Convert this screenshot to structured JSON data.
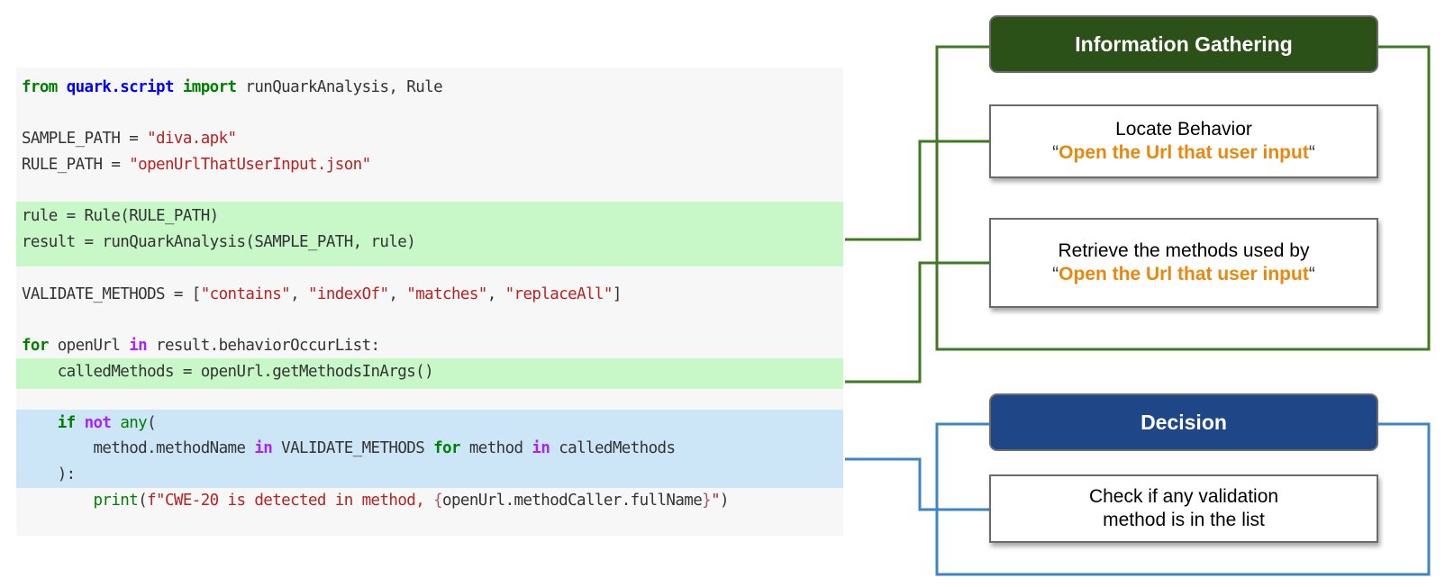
{
  "code": {
    "line_import": {
      "kw_from": "from",
      "module": "quark.script",
      "kw_import": "import",
      "rest": " runQuarkAnalysis, Rule"
    },
    "line_sample": {
      "lhs": "SAMPLE_PATH = ",
      "value": "\"diva.apk\""
    },
    "line_rule_path": {
      "lhs": "RULE_PATH = ",
      "value": "\"openUrlThatUserInput.json\""
    },
    "line_rule": "rule = Rule(RULE_PATH)",
    "line_result": "result = runQuarkAnalysis(SAMPLE_PATH, rule)",
    "line_validate": {
      "lhs": "VALIDATE_METHODS = [",
      "items": [
        "\"contains\"",
        "\"indexOf\"",
        "\"matches\"",
        "\"replaceAll\""
      ],
      "sep": ", ",
      "close": "]"
    },
    "line_for": {
      "kw_for": "for",
      "var": " openUrl ",
      "kw_in": "in",
      "rest": " result.behaviorOccurList:"
    },
    "line_called": "    calledMethods = openUrl.getMethodsInArgs()",
    "line_if": {
      "indent": "    ",
      "kw_if": "if",
      "kw_not": "not",
      "fn_any": "any",
      "open": "("
    },
    "line_gen": {
      "indent": "        ",
      "a": "method.methodName ",
      "kw_in1": "in",
      "b": " VALIDATE_METHODS ",
      "kw_for": "for",
      "c": " method ",
      "kw_in2": "in",
      "d": " calledMethods"
    },
    "line_close": "    ):",
    "line_print": {
      "indent": "        ",
      "fn": "print",
      "open": "(",
      "fstr": "f\"CWE-20 is detected in method, ",
      "brace_open": "{",
      "expr": "openUrl.methodCaller.fullName",
      "brace_close": "}",
      "end_str": "\"",
      "close": ")"
    }
  },
  "diagram": {
    "info_gathering": {
      "title": "Information Gathering",
      "color": "#2b5118",
      "line_color": "#3e7a22",
      "steps": [
        {
          "line1": "Locate Behavior",
          "open_quote": "“",
          "quote": "Open the Url that user input",
          "close_quote": "“"
        },
        {
          "line1": "Retrieve the methods used by",
          "open_quote": "“",
          "quote": "Open the Url that user input",
          "close_quote": "“"
        }
      ]
    },
    "decision": {
      "title": "Decision",
      "color": "#1f4788",
      "line_color": "#3d86c6",
      "steps": [
        {
          "line1": "Check if any validation",
          "line2": "method is in the list"
        }
      ]
    }
  }
}
